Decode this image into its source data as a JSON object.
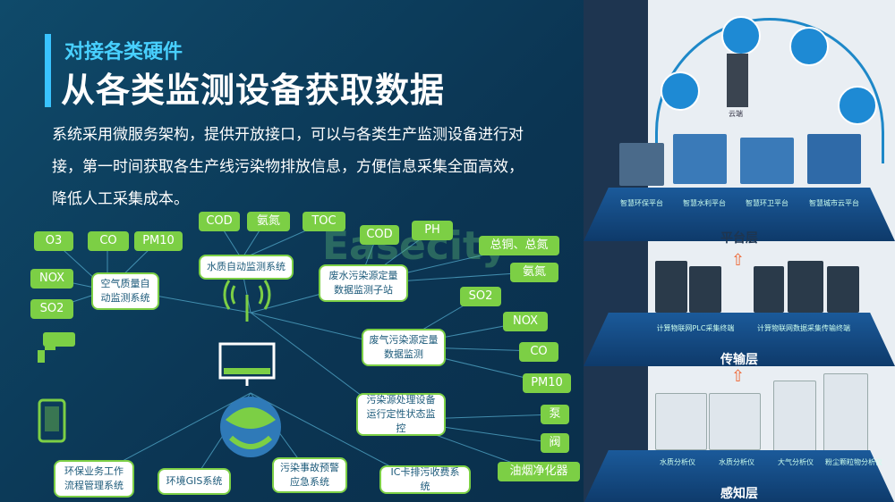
{
  "header": {
    "subtitle": "对接各类硬件",
    "title": "从各类监测设备获取数据",
    "description": "系统采用微服务架构，提供开放接口，可以与各类生产监测设备进行对接，第一时间获取各生产线污染物排放信息，方便信息采集全面高效，降低人工采集成本。"
  },
  "air": {
    "tag_o3": "O3",
    "tag_co": "CO",
    "tag_pm10": "PM10",
    "tag_nox": "NOX",
    "tag_so2": "SO2",
    "box": "空气质量自动监测系统"
  },
  "water": {
    "tag_cod": "COD",
    "tag_nh": "氨氮",
    "tag_toc": "TOC",
    "box": "水质自动监测系统"
  },
  "waste_water": {
    "tag_cod": "COD",
    "tag_ph": "PH",
    "tag_metal": "总铜、总氮",
    "tag_nh": "氨氮",
    "box": "废水污染源定量数据监测子站"
  },
  "exhaust": {
    "tag_so2": "SO2",
    "tag_nox": "NOX",
    "tag_co": "CO",
    "tag_pm10": "PM10",
    "box": "废气污染源定量数据监测"
  },
  "facility": {
    "tag_pump": "泵",
    "tag_valve": "阀",
    "tag_fume": "油烟净化器",
    "box": "污染源处理设备运行定性状态监控"
  },
  "systems": {
    "workflow": "环保业务工作流程管理系统",
    "gis": "环境GIS系统",
    "emergency": "污染事故预警应急系统",
    "ic": "IC卡排污收费系统"
  },
  "watermark": "Easecity",
  "right": {
    "platform_label": "平台层",
    "transport_label": "传输层",
    "sense_label": "感知层",
    "cloud_label": "云端",
    "platform_caps": [
      "智慧环保平台",
      "智慧水利平台",
      "智慧环卫平台",
      "智慧城市云平台"
    ],
    "transport_caps": [
      "计算物联网PLC采集终端",
      "计算物联网数据采集传输终端"
    ],
    "sense_caps": [
      "水质分析仪",
      "水质分析仪",
      "大气分析仪",
      "粉尘颗粒物分析仪"
    ]
  },
  "colors": {
    "accent": "#39c3ff",
    "tag_green": "#7ccf45",
    "layer_blue": "#1b5a9a"
  }
}
